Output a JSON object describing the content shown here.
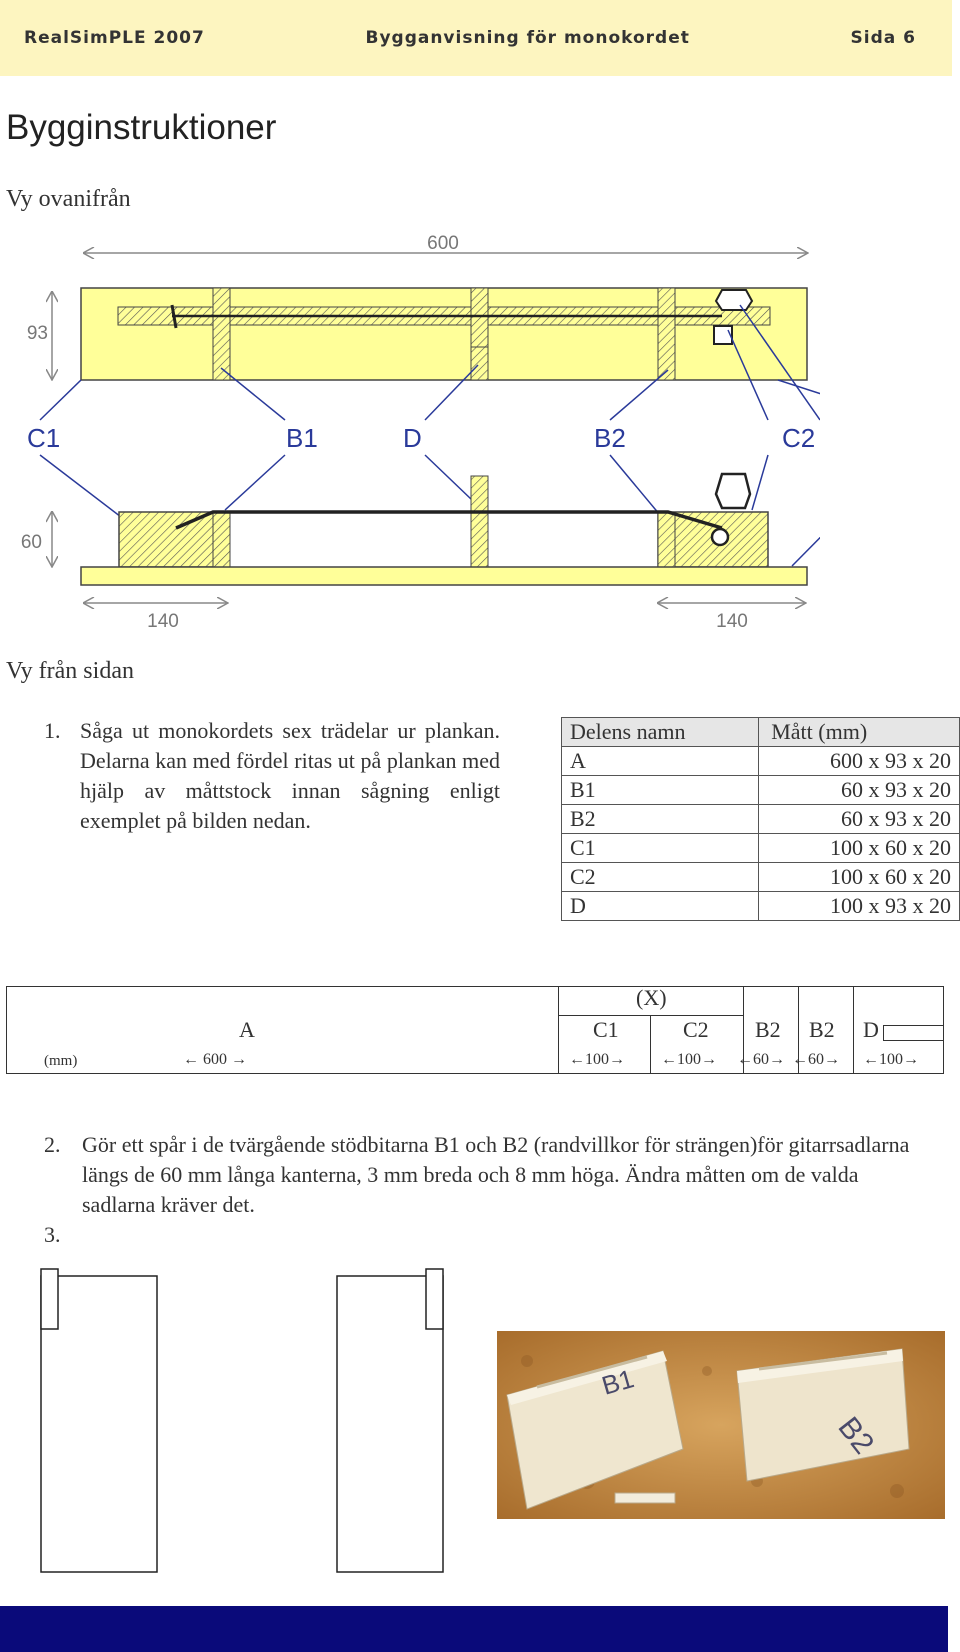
{
  "header": {
    "left": "RealSimPLE 2007",
    "center": "Bygganvisning för monokordet",
    "right": "Sida 6"
  },
  "page_title": "Bygginstruktioner",
  "diagram": {
    "top_view_label": "Vy ovanifrån",
    "side_view_label": "Vy från sidan",
    "dim_length": "600",
    "dim_width": "93",
    "dim_height": "60",
    "dim_end_left": "140",
    "dim_end_right": "140",
    "labels": {
      "c1": "C1",
      "b1": "B1",
      "d": "D",
      "b2": "B2",
      "c2": "C2",
      "a": "A"
    }
  },
  "step1": {
    "number": "1.",
    "text": "Såga ut monokordets sex trädelar ur plankan. Delarna kan med fördel ritas ut på plankan med hjälp av måttstock innan sågning enligt exemplet på bilden nedan."
  },
  "parts_table": {
    "headers": [
      "Delens namn",
      "Mått (mm)"
    ],
    "rows": [
      [
        "A",
        "600 x 93 x 20"
      ],
      [
        "B1",
        "60 x 93 x 20"
      ],
      [
        "B2",
        "60 x 93 x 20"
      ],
      [
        "C1",
        "100 x 60 x 20"
      ],
      [
        "C2",
        "100 x 60 x 20"
      ],
      [
        "D",
        "100 x 93 x 20"
      ]
    ]
  },
  "cutting_plan": {
    "unit": "(mm)",
    "x_label": "(X)",
    "a_name": "A",
    "a_len": "600",
    "c1_name": "C1",
    "c1_len": "100",
    "c2_name": "C2",
    "c2_len": "100",
    "b2a_name": "B2",
    "b2a_len": "60",
    "b2b_name": "B2",
    "b2b_len": "60",
    "d_name": "D",
    "d_len": "100"
  },
  "step2": {
    "number": "2.",
    "text": "Gör ett spår i de tvärgående stödbitarna B1 och B2 (randvillkor för strängen)för gitarrsadlarna längs de 60 mm långa kanterna, 3 mm breda och 8 mm höga. Ändra måtten om de valda sadlarna kräver det."
  },
  "step3": {
    "number": "3."
  },
  "photo": {
    "text_left": "B1",
    "text_right": "B2"
  },
  "colors": {
    "header_bg": "#fdf5c0",
    "wood": "#ffff99",
    "footer": "#0a0a7a",
    "line_blue": "#2a3a9a"
  }
}
